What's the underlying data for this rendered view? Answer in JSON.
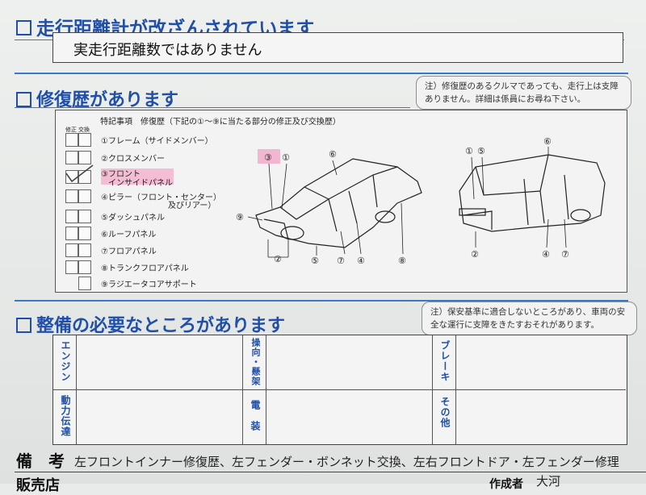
{
  "odometer_section": {
    "title": "走行距離計が改ざんされています",
    "value_box": "実走行距離数ではありません"
  },
  "repair_section": {
    "title": "修復歴があります",
    "note": "注）修復歴のあるクルマであっても、走行上は支障\nありません。詳細は係員にお尋ね下さい。",
    "header": "特記事項　修復歴（下記の①〜⑨に当たる部分の修正及び交換歴）",
    "col_labels": [
      "修正",
      "交換"
    ],
    "items": [
      {
        "label": "①フレーム（サイドメンバー）",
        "checked": false
      },
      {
        "label": "②クロスメンバー",
        "checked": false
      },
      {
        "label": "③フロント",
        "label2": "インサイドパネル",
        "checked": true,
        "highlight_color": "#f3a6c8"
      },
      {
        "label": "④ピラー（フロント・センター）",
        "label2": "及びリアー）",
        "checked": false
      },
      {
        "label": "⑤ダッシュパネル",
        "checked": false
      },
      {
        "label": "⑥ルーフパネル",
        "checked": false
      },
      {
        "label": "⑦フロアパネル",
        "checked": false
      },
      {
        "label": "⑧トランクフロアパネル",
        "checked": false
      },
      {
        "label": "⑨ラジエータコアサポート",
        "checked": false
      }
    ],
    "sedan_callouts": [
      "③",
      "①",
      "⑥",
      "⑨",
      "②",
      "⑤",
      "⑦",
      "④",
      "⑧"
    ],
    "van_callouts": [
      "①",
      "⑤",
      "⑥",
      "②",
      "④",
      "⑦"
    ]
  },
  "maintenance_section": {
    "title": "整備の必要なところがあります",
    "note": "注）保安基準に適合しないところがあり、車両の安\n全な運行に支障をきたすおそれがあります。",
    "cells": [
      "エンジン",
      "操向・懸架",
      "ブレーキ",
      "動力伝達",
      "電装",
      "その他"
    ]
  },
  "remarks": {
    "label": "備　考",
    "handwritten": "左フロントインナー修復歴、左フェンダー・ボンネット交換、左右フロントドア・左フェンダー修理"
  },
  "footer": {
    "dealer_label": "販売店",
    "author_label": "作成者",
    "author_name": "大河"
  },
  "colors": {
    "brand_blue": "#1f4fa8",
    "highlight_pink": "#f3a6c8"
  }
}
